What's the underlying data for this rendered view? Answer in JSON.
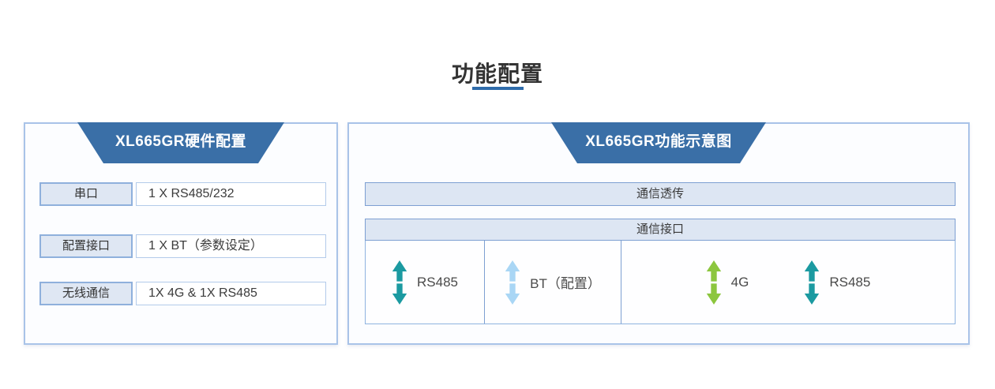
{
  "title": {
    "text": "功能配置"
  },
  "colors": {
    "header_blue": "#3a6fa7",
    "underline_blue": "#2f6cab",
    "panel_border": "#a9c3e8",
    "bar_bg": "#dde6f3",
    "bar_border": "#7d9fd2",
    "label_bg": "#dfe7f3",
    "teal_arrow": "#1b9aa1",
    "lightblue_arrow": "#a9d6f5",
    "green_arrow": "#8cc63e"
  },
  "left_panel": {
    "header": "XL665GR硬件配置",
    "rows": [
      {
        "label": "串口",
        "value": "1 X RS485/232"
      },
      {
        "label": "配置接口",
        "value": "1 X BT（参数设定）"
      },
      {
        "label": "无线通信",
        "value": "1X 4G & 1X RS485"
      }
    ]
  },
  "right_panel": {
    "header": "XL665GR功能示意图",
    "transparent_bar": "通信透传",
    "interface_bar": "通信接口",
    "interface_cells": [
      {
        "items": [
          {
            "label": "RS485",
            "arrow_color": "#1b9aa1"
          }
        ]
      },
      {
        "items": [
          {
            "label": "BT（配置）",
            "arrow_color": "#a9d6f5"
          }
        ]
      },
      {
        "items": [
          {
            "label": "4G",
            "arrow_color": "#8cc63e"
          },
          {
            "label": "RS485",
            "arrow_color": "#1b9aa1"
          }
        ]
      }
    ]
  }
}
